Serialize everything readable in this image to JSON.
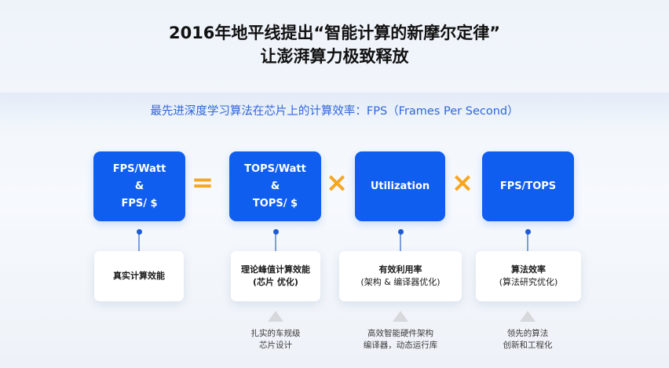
{
  "title": {
    "line1": "2016年地平线提出“智能计算的新摩尔定律”",
    "line2": "让澎湃算力极致释放"
  },
  "subtitle": "最先进深度学习算法在芯片上的计算效率：FPS（Frames Per Second）",
  "colors": {
    "box": "#0f5ef0",
    "operator": "#f5a623",
    "subtitle": "#2f66d8"
  },
  "boxes": [
    {
      "line1": "FPS/Watt",
      "line2": "&",
      "line3": "FPS/ $"
    },
    {
      "line1": "TOPS/Watt",
      "line2": "&",
      "line3": "TOPS/ $"
    },
    {
      "line1": "Utilization"
    },
    {
      "line1": "FPS/TOPS"
    }
  ],
  "operators": {
    "equals": "=",
    "times1": "×",
    "times2": "×"
  },
  "cards": [
    {
      "line1": "真实计算效能"
    },
    {
      "line1": "理论峰值计算效能",
      "line2": "(芯片 优化)"
    },
    {
      "line1": "有效利用率",
      "line2": "(架构 & 编译器优化)"
    },
    {
      "line1": "算法效率",
      "line2": "(算法研究优化)"
    }
  ],
  "notes": [
    {
      "line1": "扎实的车规级",
      "line2": "芯片设计"
    },
    {
      "line1": "高效智能硬件架构",
      "line2": "编译器，动态运行库"
    },
    {
      "line1": "领先的算法",
      "line2": "创新和工程化"
    }
  ]
}
